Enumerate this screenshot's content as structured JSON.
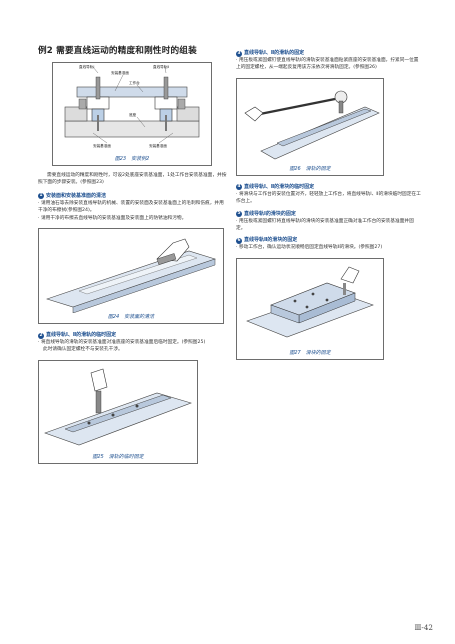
{
  "title": "例2  需要直线运动的精度和刚性时的组装",
  "left": {
    "fig23": {
      "caption": "图23　安装例2",
      "labels": {
        "rail1": "直线导轨Ⅰ",
        "mount_face": "安装基准面",
        "rail2": "直线导轨Ⅱ",
        "table": "工作台",
        "base": "底座",
        "mount_face_b": "安装基准面",
        "mount_face_c": "安装基准面"
      }
    },
    "intro": "需要直线运动的精度和刚性时，可设2处底座安装基准面，1处工作台安装基准面，并按照下面的步骤安装。(参照图23)",
    "step1": {
      "num": "1",
      "title": "安装面和安装基准面的清洁",
      "lines": [
        "· 请用油石等去除安装直线导轨的机械、装置的安装面及安装基准面上的毛刺和伤痕，并用干净的布擦拭(参照图24)。",
        "· 请用干净的布擦去直线导轨的安装基准面及安装面上的防锈油和污物。"
      ]
    },
    "fig24": {
      "caption": "图24　安装面的清洁"
    },
    "step2": {
      "num": "2",
      "title": "直线导轨Ⅰ、Ⅱ的滑轨的临时固定",
      "lines": [
        "· 将直线导轨的滑轨的安装基准面对准底座的安装基准面后临时固定。(参照图25)",
        "此时请确认固定螺栓不与安装孔干涉。"
      ]
    },
    "fig25": {
      "caption": "图25　滑轨的临时固定"
    }
  },
  "right": {
    "step3": {
      "num": "3",
      "title": "直线导轨Ⅰ、Ⅱ的滑轨的固定",
      "lines": [
        "· 用压板或紧固螺钉使直线导轨Ⅰ的滑轨安装基准面贴紧底座的安装基准面，拧紧同一位置上的固定螺栓，从一端起反复用该方法依次将滑轨固定。(参照图26)"
      ]
    },
    "fig26": {
      "caption": "图26　滑轨的固定"
    },
    "step4": {
      "num": "4",
      "title": "直线导轨Ⅰ、Ⅱ的滑块的临时固定",
      "lines": [
        "· 将滑块与工作台的安装位置对齐，轻轻放上工作台，将直线导轨Ⅰ、Ⅱ的滑块临时固定在工作台上。"
      ]
    },
    "step5": {
      "num": "5",
      "title": "直线导轨Ⅰ的滑块的固定",
      "lines": [
        "· 用压板或紧固螺钉将直线导轨Ⅰ的滑块的安装基准面正确对准工作台的安装基准面并固定。"
      ]
    },
    "step6": {
      "num": "6",
      "title": "直线导轨Ⅱ的滑块的固定",
      "lines": [
        "· 移动工作台，确认运动状况顺畅后固定直线导轨Ⅱ的滑块。(参照图27)"
      ]
    },
    "fig27": {
      "caption": "图27　滑块的固定"
    }
  },
  "page_number": "Ⅲ-42",
  "colors": {
    "accent": "#1d4f8f",
    "frame": "#6d6d6d"
  }
}
